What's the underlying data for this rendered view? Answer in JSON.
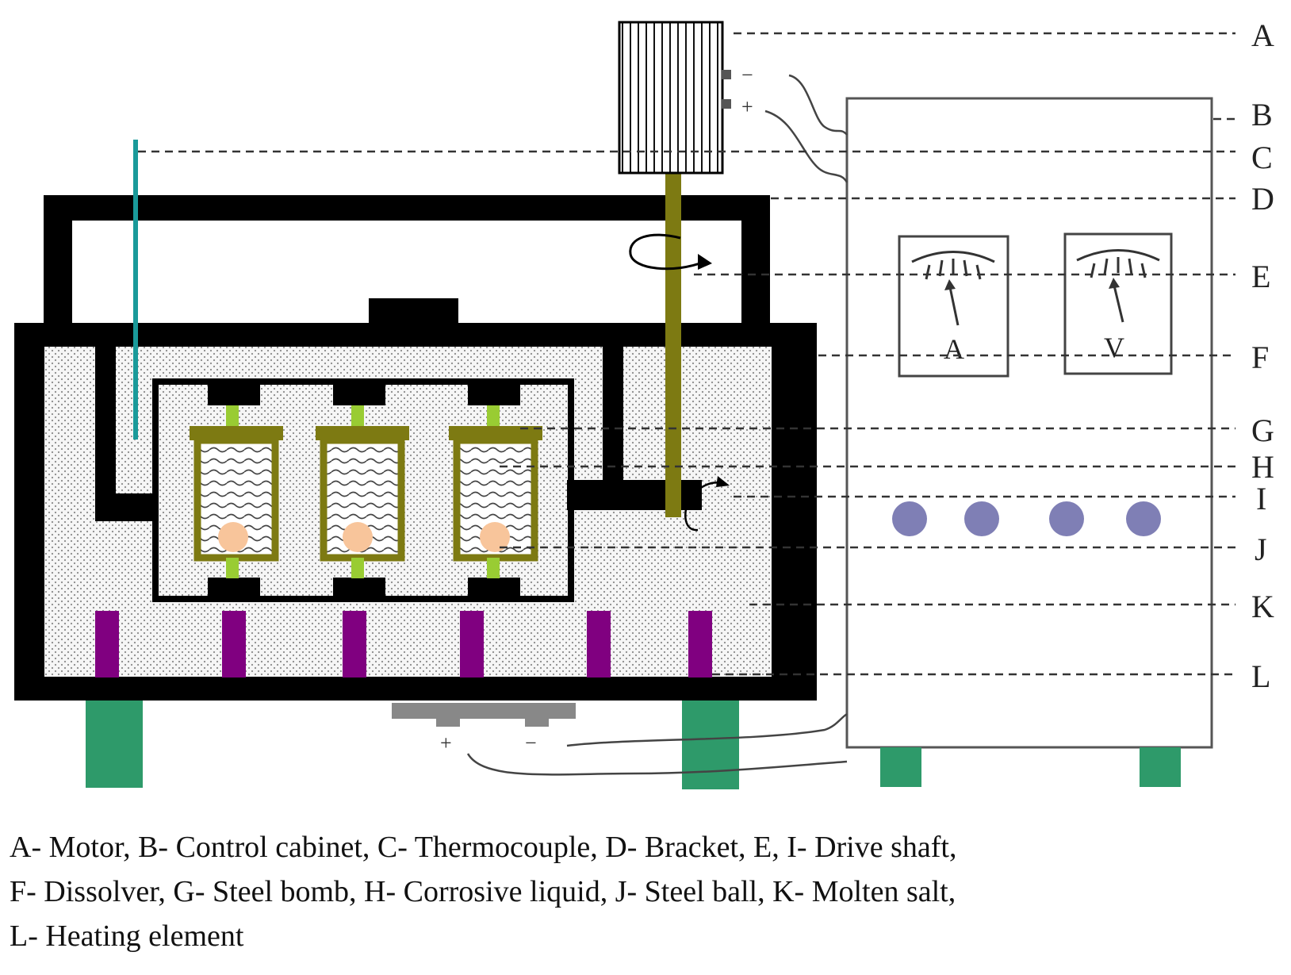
{
  "labels": [
    "A",
    "B",
    "C",
    "D",
    "E",
    "F",
    "G",
    "H",
    "I",
    "J",
    "K",
    "L"
  ],
  "meters": {
    "ammeter": "A",
    "voltmeter": "V"
  },
  "polarity": {
    "minus": "−",
    "plus": "+"
  },
  "caption": [
    "A- Motor, B- Control cabinet, C- Thermocouple, D- Bracket, E, I- Drive shaft,",
    "F- Dissolver, G- Steel bomb, H- Corrosive liquid, J- Steel ball, K- Molten salt,",
    "L- Heating element"
  ],
  "colors": {
    "frame": "#000000",
    "shaft": "#7d7a12",
    "thermocouple": "#1a9a9a",
    "heater": "#800080",
    "feet": "#2e9a6a",
    "bomb": "#7d7a12",
    "cap": "#99cc33",
    "ball": "#f8c59b",
    "knob": "#7f7fb5"
  }
}
